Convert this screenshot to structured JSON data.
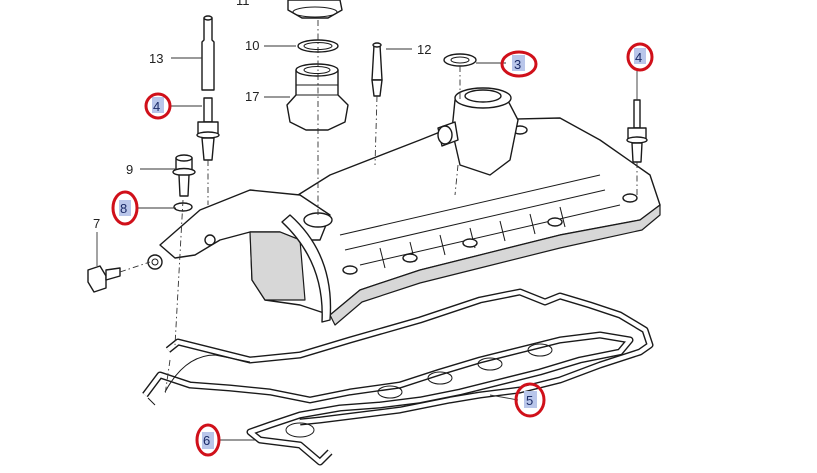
{
  "diagram": {
    "labels": [
      {
        "id": "11",
        "text": "11"
      },
      {
        "id": "10",
        "text": "10"
      },
      {
        "id": "12",
        "text": "12"
      },
      {
        "id": "13",
        "text": "13"
      },
      {
        "id": "17",
        "text": "17"
      },
      {
        "id": "9",
        "text": "9"
      },
      {
        "id": "7",
        "text": "7"
      }
    ],
    "highlighted_labels": [
      {
        "id": "4a",
        "text": "4"
      },
      {
        "id": "4b",
        "text": "4"
      },
      {
        "id": "3",
        "text": "3"
      },
      {
        "id": "8",
        "text": "8"
      },
      {
        "id": "5",
        "text": "5"
      },
      {
        "id": "6",
        "text": "6"
      }
    ],
    "colors": {
      "highlight_ring": "#d0101a",
      "highlight_fill": "#b9c6ea",
      "line": "#1a1a1a",
      "shade": "#d7d7d7"
    }
  }
}
